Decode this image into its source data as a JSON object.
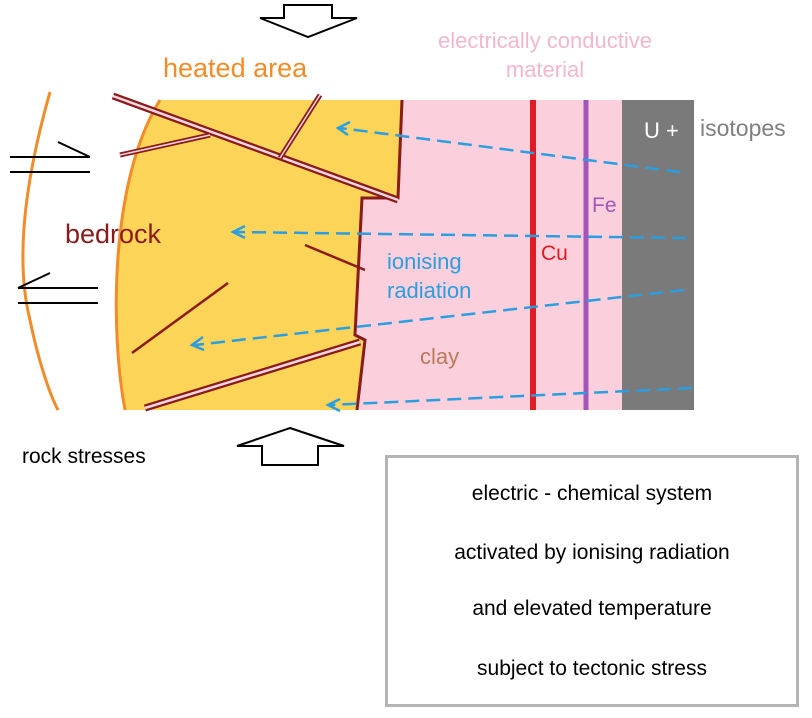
{
  "labels": {
    "heated_area": "heated area",
    "conductive_line1": "electrically conductive",
    "conductive_line2": "material",
    "bedrock": "bedrock",
    "isotopes": "isotopes",
    "u_plus": "U +",
    "fe": "Fe",
    "cu": "Cu",
    "ionising_line1": "ionising",
    "ionising_line2": "radiation",
    "clay": "clay",
    "rock_stresses": "rock stresses"
  },
  "caption": {
    "lines": [
      "electric - chemical system",
      "activated by ionising radiation",
      "and elevated temperature",
      "subject to tectonic stress"
    ]
  },
  "colors": {
    "heated": "#f28c28",
    "conductive": "#f4b6cf",
    "bedrock_text": "#8b1a1a",
    "bedrock_fill": "#fcd458",
    "clay_fill": "#fbd0dc",
    "clay_text": "#b97a57",
    "radiation": "#2a9ee0",
    "cu": "#e11b22",
    "fe": "#a355b9",
    "isotope_block": "#7a7a7a",
    "isotope_text": "#808080"
  }
}
